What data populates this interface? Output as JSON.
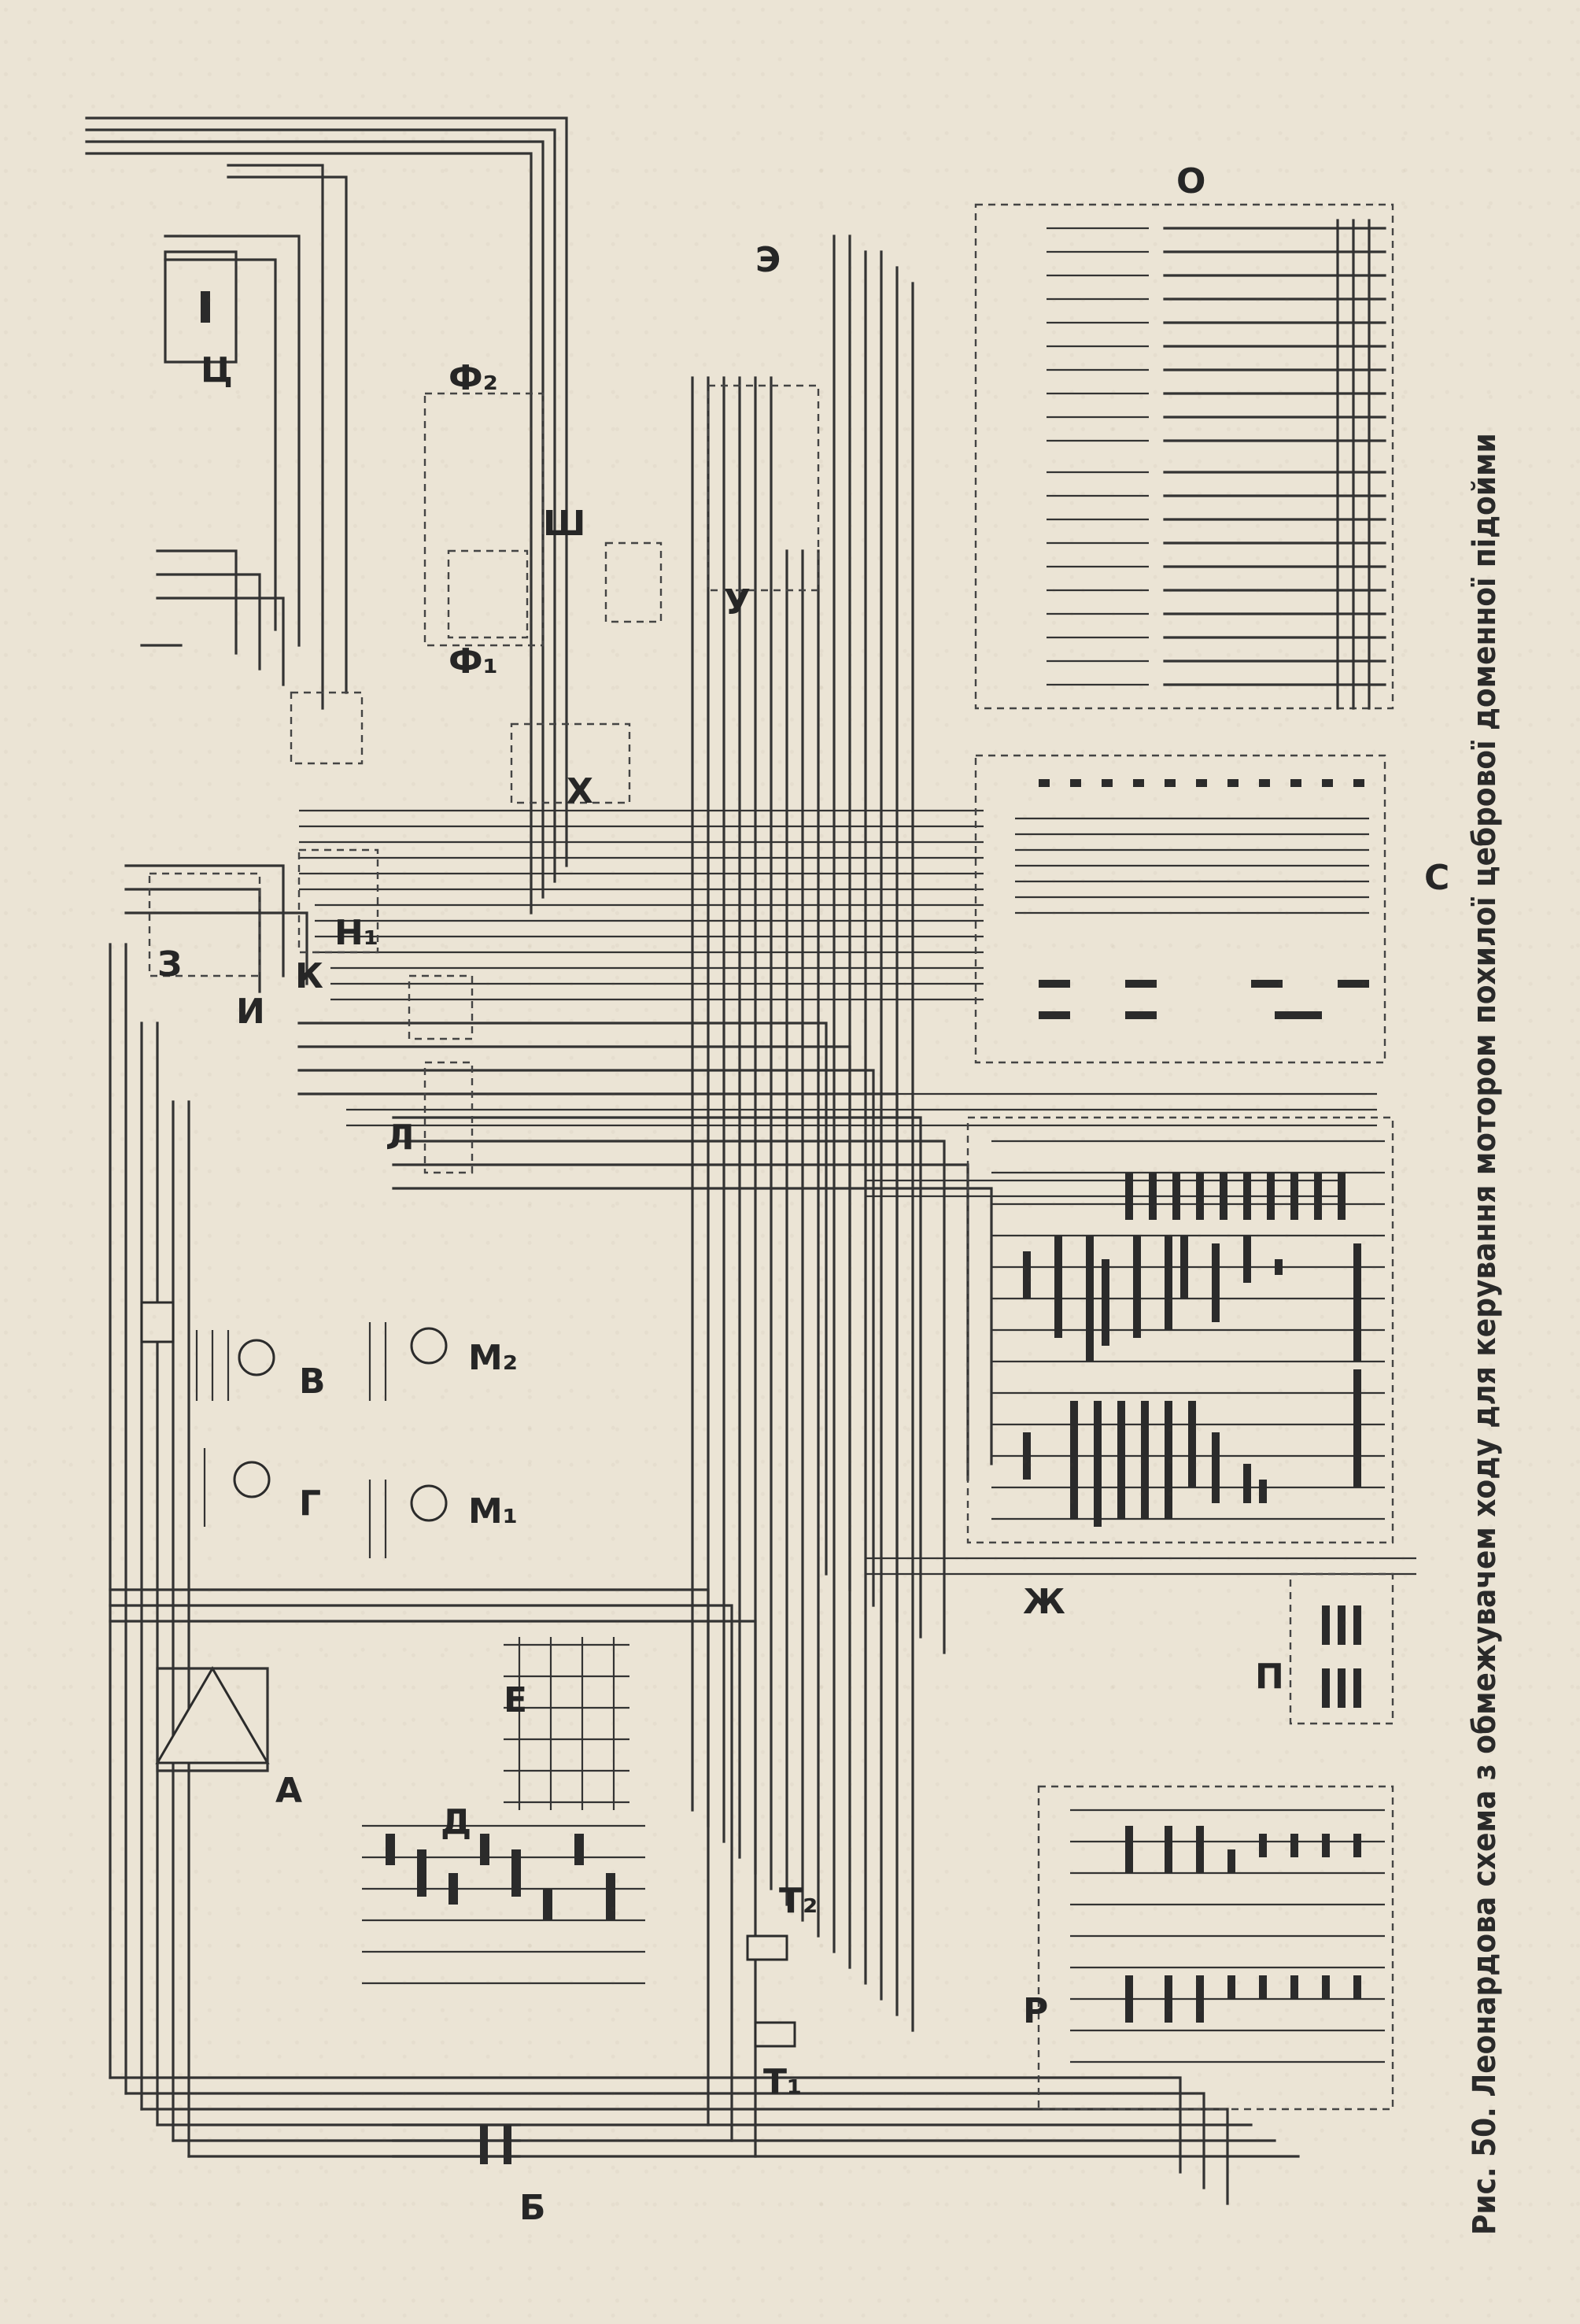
{
  "caption": "Рис. 50. Леонардова схема з обмежувачем ходу для керування мотором похилої цебрової доменної підойми",
  "labels": {
    "A": "А",
    "B": "Б",
    "V": "В",
    "G": "Г",
    "D": "Д",
    "E": "Е",
    "Zh": "Ж",
    "Z": "З",
    "I": "И",
    "K": "К",
    "L": "Л",
    "M1": "М₁",
    "M2": "М₂",
    "N1": "Н₁",
    "O": "О",
    "P": "П",
    "R": "Р",
    "S": "С",
    "T1": "Т₁",
    "T2": "Т₂",
    "U": "У",
    "F1": "Ф₁",
    "F2": "Ф₂",
    "Kh": "Х",
    "Ts": "Ц",
    "Sh": "Ш",
    "E2": "Э"
  }
}
